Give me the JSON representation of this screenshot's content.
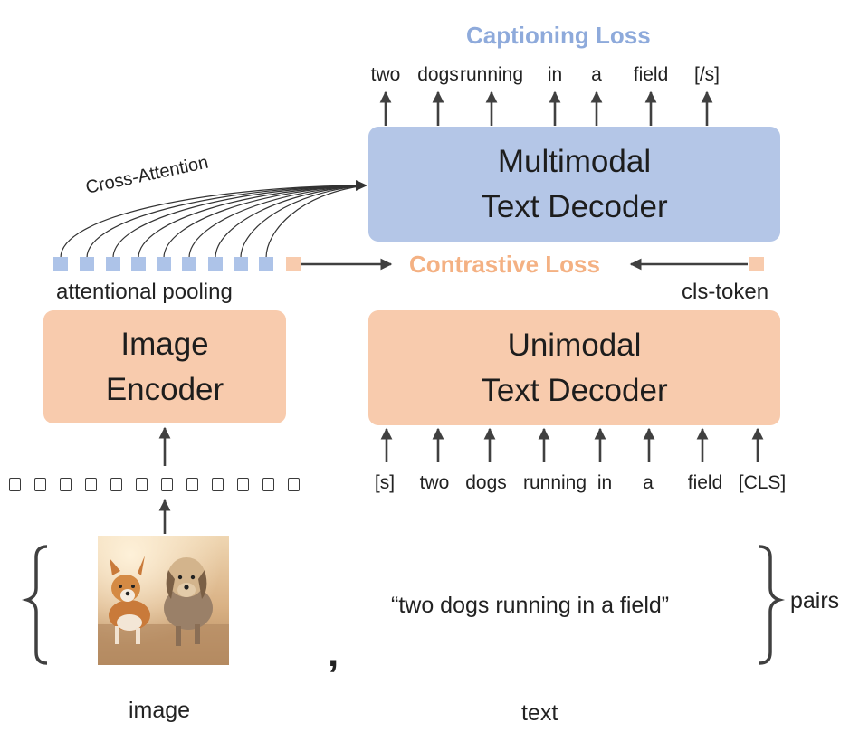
{
  "captioning_loss": "Captioning Loss",
  "contrastive_loss": "Contrastive Loss",
  "cross_attention": "Cross-Attention",
  "attentional_pooling": "attentional pooling",
  "cls_token": "cls-token",
  "multimodal_decoder": {
    "line1": "Multimodal",
    "line2": "Text Decoder"
  },
  "unimodal_decoder": {
    "line1": "Unimodal",
    "line2": "Text Decoder"
  },
  "image_encoder": {
    "line1": "Image",
    "line2": "Encoder"
  },
  "output_tokens": [
    "two",
    "dogs",
    "running",
    "in",
    "a",
    "field",
    "[/s]"
  ],
  "input_tokens": [
    "[s]",
    "two",
    "dogs",
    "running",
    "in",
    "a",
    "field",
    "[CLS]"
  ],
  "caption_text": "“two dogs running in a field”",
  "comma": ",",
  "pairs_label": "pairs",
  "image_label": "image",
  "text_label": "text",
  "colors": {
    "captioning_loss": "#8eaadb",
    "contrastive_loss": "#f4b183",
    "multimodal_box": "#b4c6e7",
    "unimodal_box": "#f8cbad",
    "image_encoder_box": "#f8cbad",
    "pooling_token": "#adc3e8",
    "cls_square": "#f8cbad",
    "arrow": "#404040"
  }
}
